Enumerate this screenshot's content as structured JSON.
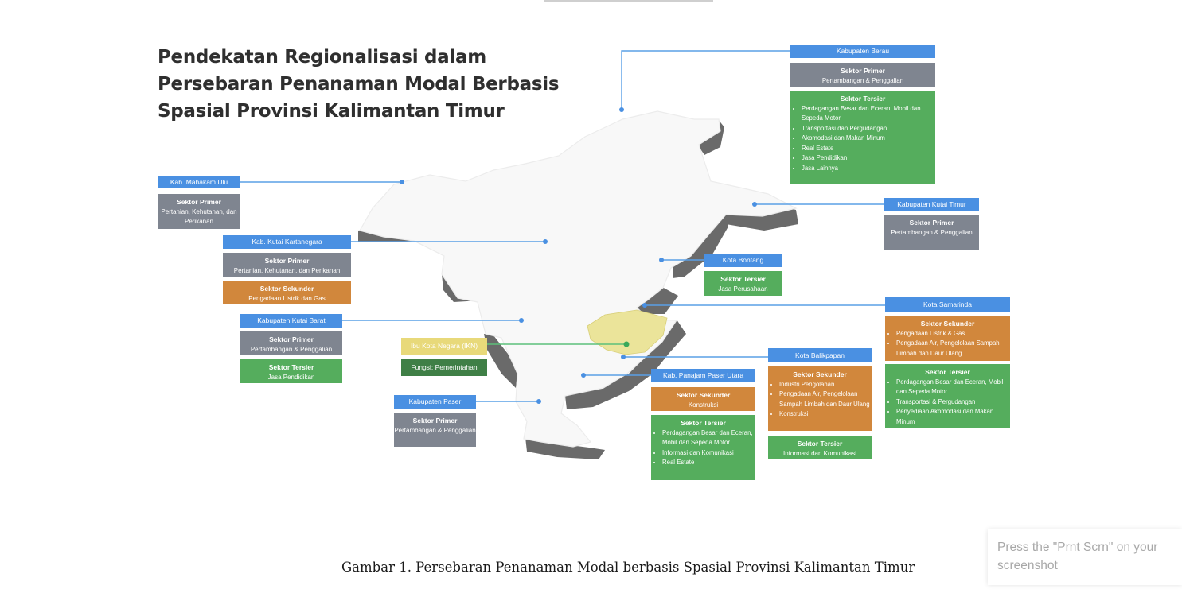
{
  "title_lines": [
    "Pendekatan Regionalisasi dalam",
    "Persebaran Penanaman Modal Berbasis",
    "Spasial Provinsi Kalimantan Timur"
  ],
  "regions": {
    "berau": {
      "name": "Kabupaten Berau",
      "primer_h": "Sektor Primer",
      "primer_b": "Pertambangan & Penggalian",
      "tersier_h": "Sektor Tersier",
      "tersier_items": [
        "Perdagangan Besar dan Eceran, Mobil dan Sepeda Motor",
        "Transportasi dan Pergudangan",
        "Akomodasi dan Makan Minum",
        "Real Estate",
        "Jasa Pendidikan",
        "Jasa Lainnya"
      ]
    },
    "mahakam_ulu": {
      "name": "Kab. Mahakam Ulu",
      "primer_h": "Sektor Primer",
      "primer_b": "Pertanian, Kehutanan, dan Perikanan"
    },
    "kutai_kartanegara": {
      "name": "Kab. Kutai Kartanegara",
      "primer_h": "Sektor Primer",
      "primer_b": "Pertanian, Kehutanan, dan Perikanan",
      "sekunder_h": "Sektor Sekunder",
      "sekunder_b": "Pengadaan Listrik dan Gas"
    },
    "kutai_timur": {
      "name": "Kabupaten Kutai Timur",
      "primer_h": "Sektor Primer",
      "primer_b": "Pertambangan & Penggalian"
    },
    "bontang": {
      "name": "Kota Bontang",
      "tersier_h": "Sektor Tersier",
      "tersier_b": "Jasa Perusahaan"
    },
    "samarinda": {
      "name": "Kota Samarinda",
      "sekunder_h": "Sektor Sekunder",
      "sekunder_items": [
        "Pengadaan Listrik & Gas",
        "Pengadaan Air, Pengelolaan Sampah Limbah dan Daur Ulang"
      ],
      "tersier_h": "Sektor Tersier",
      "tersier_items": [
        "Perdagangan Besar dan Eceran, Mobil dan Sepeda Motor",
        "Transportasi & Pergudangan",
        "Penyediaan Akomodasi dan Makan Minum"
      ]
    },
    "kutai_barat": {
      "name": "Kabupaten Kutai Barat",
      "primer_h": "Sektor Primer",
      "primer_b": "Pertambangan & Penggalian",
      "tersier_h": "Sektor Tersier",
      "tersier_b": "Jasa Pendidikan"
    },
    "ikn": {
      "name": "Ibu Kota Negara (IKN)",
      "fungsi": "Fungsi: Pemerintahan"
    },
    "balikpapan": {
      "name": "Kota Balikpapan",
      "sekunder_h": "Sektor Sekunder",
      "sekunder_items": [
        "Industri Pengolahan",
        "Pengadaan Air, Pengelolaan Sampah Limbah dan Daur Ulang",
        "Konstruksi"
      ],
      "tersier_h": "Sektor Tersier",
      "tersier_b": "Informasi dan Komunikasi"
    },
    "penajam": {
      "name": "Kab. Panajam Paser Utara",
      "sekunder_h": "Sektor Sekunder",
      "sekunder_b": "Konstruksi",
      "tersier_h": "Sektor Tersier",
      "tersier_items": [
        "Perdagangan Besar dan Eceran, Mobil dan Sepeda Motor",
        "Informasi dan Komunikasi",
        "Real Estate"
      ]
    },
    "paser": {
      "name": "Kabupaten Paser",
      "primer_h": "Sektor Primer",
      "primer_b": "Pertambangan & Penggalian"
    }
  },
  "caption": "Gambar 1. Persebaran Penanaman Modal berbasis Spasial Provinsi Kalimantan Timur",
  "toast": "Press the \"Prnt Scrn\" on your screenshot",
  "colors": {
    "label_blue": "#4a90e2",
    "primer_grey": "#7f8590",
    "tersier_green": "#55ad5d",
    "sekunder_orange": "#d1873c",
    "ikn_yellow": "#e8d97a",
    "fungsi_green": "#3f7f46"
  }
}
